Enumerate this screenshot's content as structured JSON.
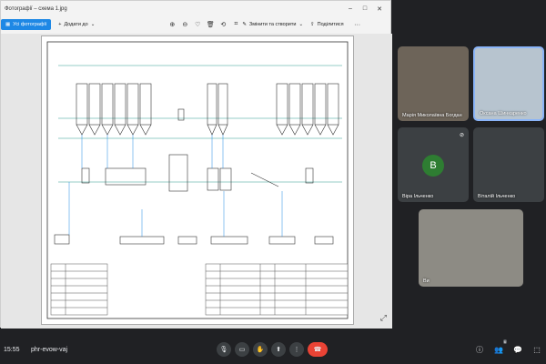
{
  "photos_window": {
    "title": "Фотографії – схема 1.jpg",
    "toolbar": {
      "all_photos": "Усі фотографії",
      "add_to": "Додати до",
      "edit_create": "Змінити та створити",
      "share": "Поділитися"
    }
  },
  "participants": [
    {
      "name": "Марія Миколаївна Богдан"
    },
    {
      "name": "Оксана Шинкаренко"
    },
    {
      "name": "Віра Ільченко",
      "initial": "В"
    },
    {
      "name": "Віталій Ільченко"
    },
    {
      "name": "Ви"
    }
  ],
  "meeting": {
    "time": "15:55",
    "code": "phr-evow-vaj",
    "participants_badge": "6"
  },
  "colors": {
    "accent": "#1e88e5",
    "end_call": "#ea4335",
    "background": "#202124"
  }
}
